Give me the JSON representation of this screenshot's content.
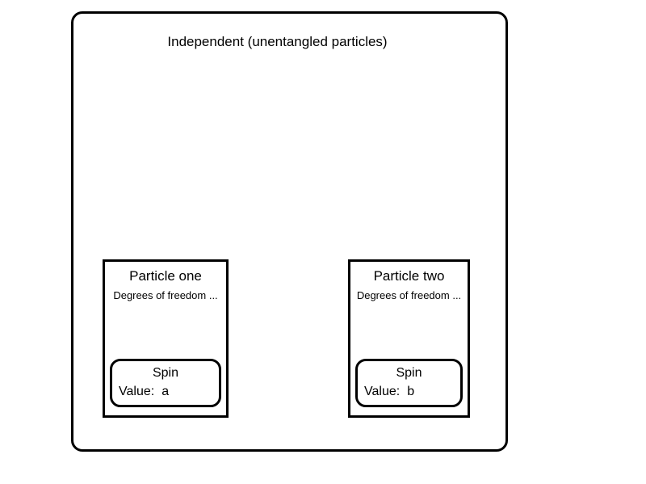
{
  "diagram": {
    "title": "Independent (unentangled particles)",
    "particles": [
      {
        "name": "Particle one",
        "freedom": "Degrees of freedom ...",
        "spin_label": "Spin",
        "value_label": "Value:",
        "value": "a"
      },
      {
        "name": "Particle two",
        "freedom": "Degrees of freedom ...",
        "spin_label": "Spin",
        "value_label": "Value:",
        "value": "b"
      }
    ]
  }
}
